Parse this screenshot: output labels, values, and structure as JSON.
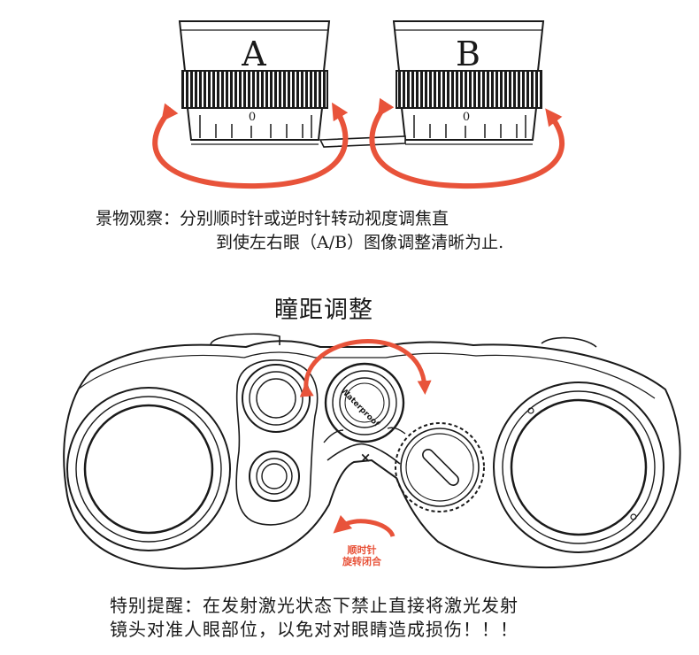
{
  "eyepieces": {
    "left_label": "A",
    "right_label": "B",
    "scale_zero": "0"
  },
  "focus_instruction": {
    "line1": "景物观察：分别顺时针或逆时针转动视度调焦直",
    "line2": "到使左右眼（A/B）图像调整清晰为止."
  },
  "ipd_title": "瞳距调整",
  "binoculars": {
    "center_wheel_text": "Waterproof",
    "cross_mark": "×",
    "counterclockwise_line1": "顺时针",
    "counterclockwise_line2": "旋转闭合"
  },
  "warning": {
    "line1": "特别提醒：在发射激光状态下禁止直接将激光发射",
    "line2": "镜头对准人眼部位，以免对对眼睛造成损伤！！！"
  },
  "colors": {
    "arrow": "#e8533a",
    "line": "#1a1a1a"
  }
}
